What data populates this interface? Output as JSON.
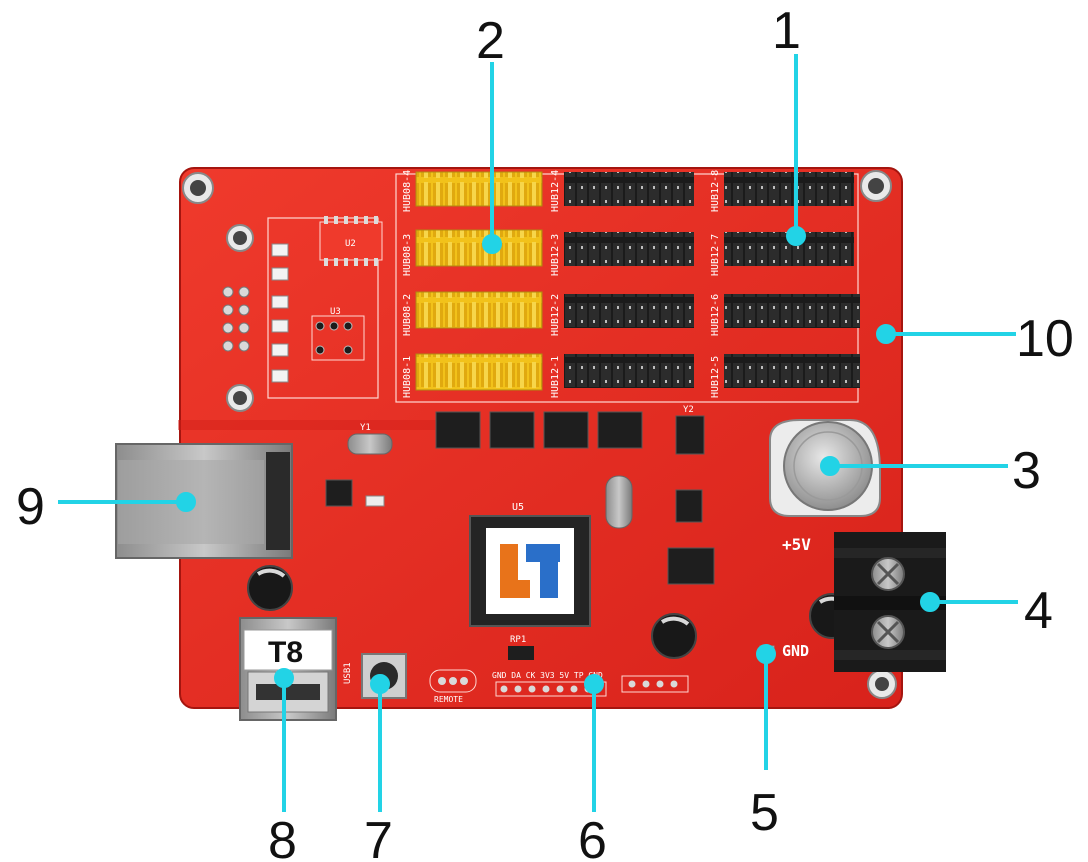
{
  "colors": {
    "pcb": "#e62a22",
    "pcb_dark": "#b91c16",
    "callout_line": "#22d3e6",
    "yellow_header": "#f2c21a",
    "black_header": "#1b1b1b"
  },
  "board": {
    "hub08_labels": [
      "HUB08-4",
      "HUB08-3",
      "HUB08-2",
      "HUB08-1"
    ],
    "hub12_left_labels": [
      "HUB12-4",
      "HUB12-3",
      "HUB12-2",
      "HUB12-1"
    ],
    "hub12_right_labels": [
      "HUB12-8",
      "HUB12-7",
      "HUB12-6",
      "HUB12-5"
    ],
    "power_plus": "+5V",
    "power_gnd": "GND",
    "usb_label": "USB1",
    "model_tag": "T8",
    "remote_label": "REMOTE",
    "pin_labels": "GND DA CK 3V3 5V TP GND",
    "chip_label": "U5",
    "crystal_label": "Y1",
    "crystal2_label": "Y2",
    "rp1_label": "RP1",
    "u2_label": "U2",
    "u3_label": "U3"
  },
  "callouts": [
    {
      "id": "1",
      "label": "1"
    },
    {
      "id": "2",
      "label": "2"
    },
    {
      "id": "3",
      "label": "3"
    },
    {
      "id": "4",
      "label": "4"
    },
    {
      "id": "5",
      "label": "5"
    },
    {
      "id": "6",
      "label": "6"
    },
    {
      "id": "7",
      "label": "7"
    },
    {
      "id": "8",
      "label": "8"
    },
    {
      "id": "9",
      "label": "9"
    },
    {
      "id": "10",
      "label": "10"
    }
  ]
}
